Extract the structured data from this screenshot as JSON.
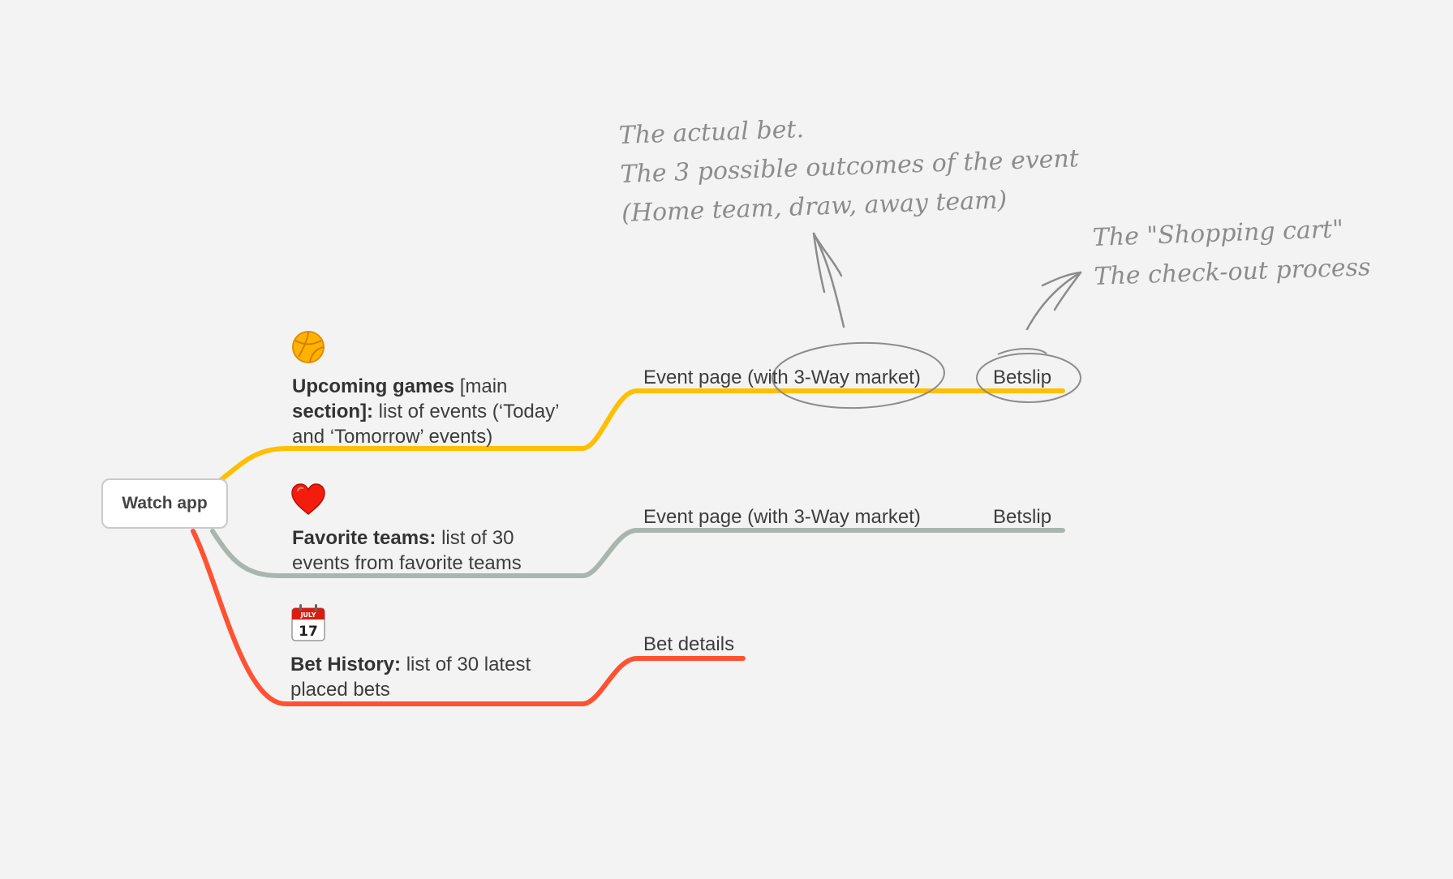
{
  "root": {
    "label": "Watch app"
  },
  "branches": [
    {
      "icon": "basketball-icon",
      "bold": "Upcoming games",
      "rest_line1": " [main",
      "bold2": "section]:",
      "rest_line2": " list of events (‘Today’",
      "line3": "and ‘Tomorrow’ events)",
      "color": "#ffbf00",
      "leaves": [
        "Event page (with 3-Way market)",
        "Betslip"
      ]
    },
    {
      "icon": "heart-icon",
      "bold": "Favorite teams:",
      "rest_line1": " list of 30",
      "line2": "events from favorite teams",
      "color": "#aab5ad",
      "leaves": [
        "Event page (with 3-Way market)",
        "Betslip"
      ]
    },
    {
      "icon": "calendar-icon",
      "calendar_month": "JULY",
      "calendar_day": "17",
      "bold": "Bet History:",
      "rest_line1": " list of 30 latest",
      "line2": "placed bets",
      "color": "#ff5232",
      "leaves": [
        "Bet details"
      ]
    }
  ],
  "annotations": {
    "market_note": [
      "The actual bet.",
      "The 3 possible outcomes of the event",
      "(Home team, draw, away team)"
    ],
    "betslip_note": [
      "The \"Shopping cart\"",
      "The check-out process"
    ],
    "ink_color": "#8c8c8c"
  }
}
